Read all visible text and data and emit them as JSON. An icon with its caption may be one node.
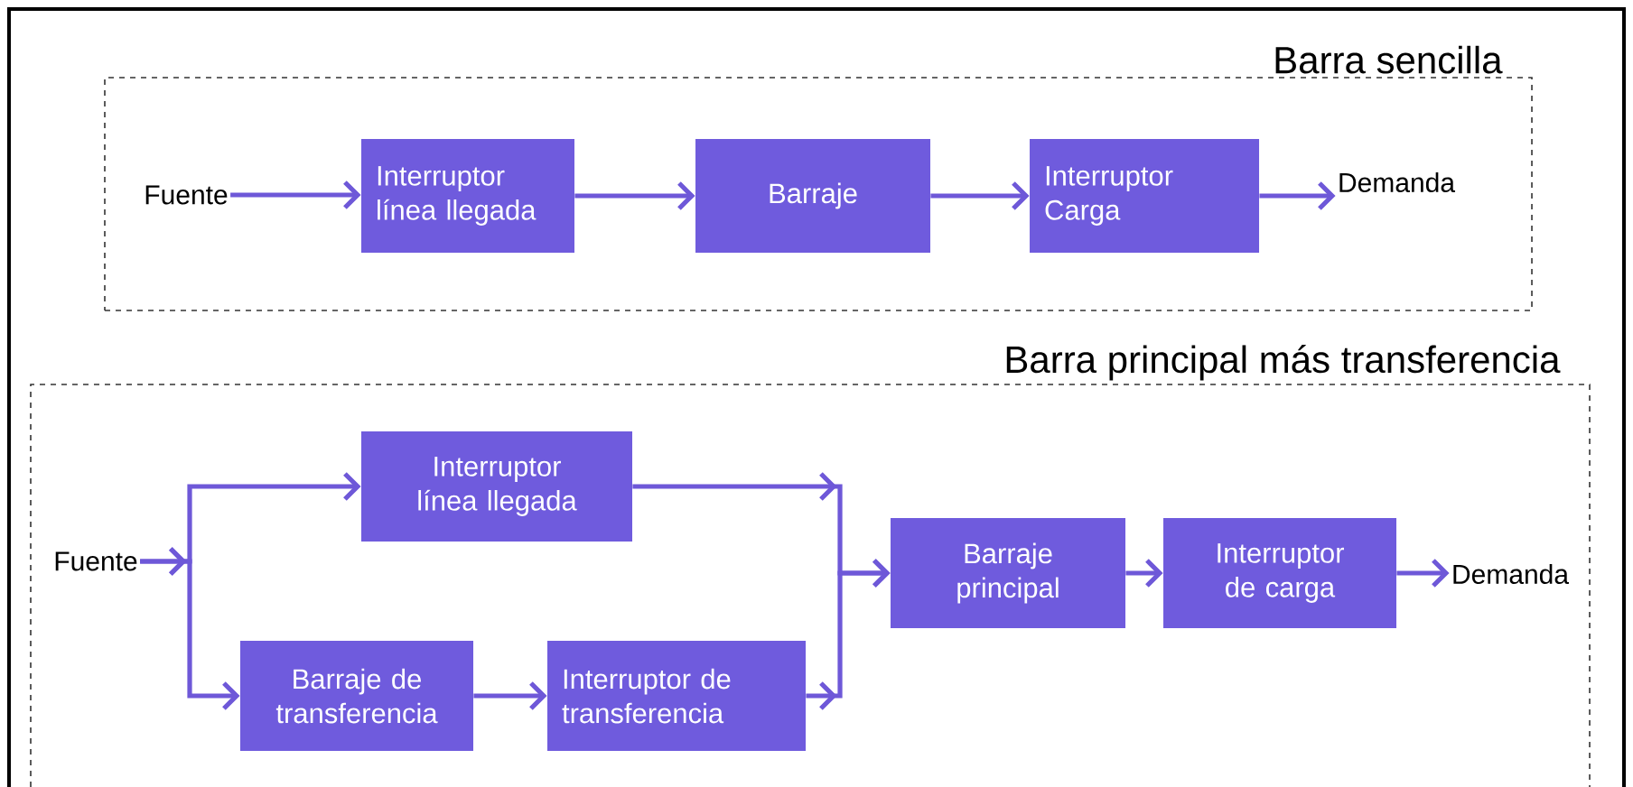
{
  "diagram": {
    "nodes": [
      {
        "text": [
          "Barra sencilla"
        ]
      },
      {
        "text": [
          "Fuente"
        ],
        "in": 0
      },
      {
        "text": [
          "Interruptor línea llegada"
        ],
        "in": 0
      },
      {
        "text": [
          "Barraje"
        ],
        "in": 0
      },
      {
        "text": [
          "Interruptor Carga"
        ],
        "in": 0
      },
      {
        "text": [
          "Demanda"
        ],
        "in": 0
      },
      {
        "text": [
          "Barra principal más transferencia"
        ]
      },
      {
        "text": [
          "Fuente"
        ],
        "in": 6
      },
      {
        "text": [
          "Interruptor línea llegada"
        ],
        "in": 6
      },
      {
        "text": [
          "Barraje de transferencia"
        ],
        "in": 6
      },
      {
        "text": [
          "Interruptor de transferencia"
        ],
        "in": 6
      },
      {
        "text": [
          "Barraje principal"
        ],
        "in": 6
      },
      {
        "text": [
          "Interruptor de carga"
        ],
        "in": 6
      },
      {
        "text": [
          "Demanda"
        ],
        "in": 6
      }
    ],
    "edges": [
      {
        "from": 1,
        "to": 2,
        "arrow": "to"
      },
      {
        "from": 2,
        "to": 3,
        "arrow": "to"
      },
      {
        "from": 3,
        "to": 4,
        "arrow": "to"
      },
      {
        "from": 4,
        "to": 5,
        "arrow": "to"
      },
      {
        "from": 7,
        "to": 8,
        "arrow": "to"
      },
      {
        "from": 7,
        "to": 9,
        "arrow": "to"
      },
      {
        "from": 9,
        "to": 10,
        "arrow": "to"
      },
      {
        "from": 8,
        "to": 11,
        "arrow": "to"
      },
      {
        "from": 10,
        "to": 11,
        "arrow": "to"
      },
      {
        "from": 11,
        "to": 12,
        "arrow": "to"
      },
      {
        "from": 12,
        "to": 13,
        "arrow": "to"
      }
    ]
  }
}
